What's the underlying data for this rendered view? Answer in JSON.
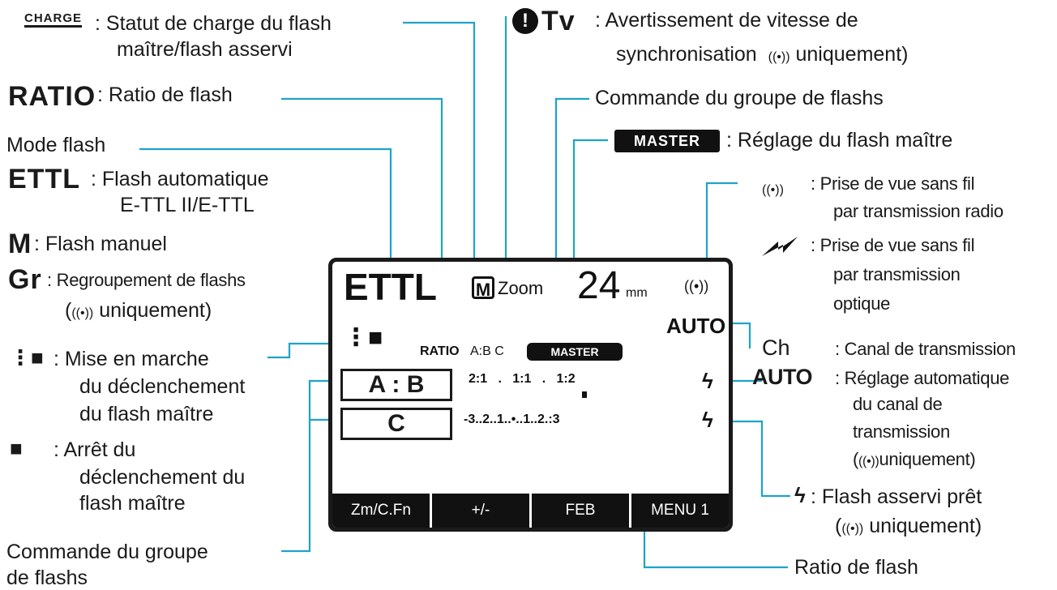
{
  "labels": {
    "charge_symbol": "CHARGE",
    "charge_text_1": ": Statut de charge du flash",
    "charge_text_2": "maître/flash asservi",
    "ratio_symbol": "RATIO",
    "ratio_text": ": Ratio de flash",
    "mode_flash": "Mode flash",
    "ettl_symbol": "ETTL",
    "ettl_text_1": ": Flash automatique",
    "ettl_text_2": "E-TTL II/E-TTL",
    "m_symbol": "M",
    "m_text": ":  Flash  manuel",
    "gr_symbol": "Gr",
    "gr_text_1": ":  Regroupement de flashs",
    "gr_text_2": "uniquement)",
    "master_on_text_1": ":  Mise en marche",
    "master_on_text_2": "du déclenchement",
    "master_on_text_3": "du flash maître",
    "master_off_text_1": ":   Arrêt  du",
    "master_off_text_2": "déclenchement du",
    "master_off_text_3": "flash maître",
    "group_cmd_left_1": "Commande du groupe",
    "group_cmd_left_2": "de flashs",
    "tv_symbol": "Tv",
    "tv_text_1": ": Avertissement de vitesse de",
    "tv_text_2": "synchronisation",
    "tv_text_3": "uniquement)",
    "group_cmd_top": "Commande du groupe de flashs",
    "master_symbol": "MASTER",
    "master_text": ":  Réglage du flash maître",
    "radio_text_1": ":   Prise de vue sans fil",
    "radio_text_2": "par transmission radio",
    "optical_text_1": ":   Prise de vue sans fil",
    "optical_text_2": "par transmission",
    "optical_text_3": "optique",
    "ch_symbol": "Ch",
    "ch_text": ":  Canal de transmission",
    "auto_symbol": "AUTO",
    "auto_text_1": ":  Réglage automatique",
    "auto_text_2": "du canal de",
    "auto_text_3": "transmission",
    "auto_text_4": "uniquement)",
    "slave_ready_text_1": ": Flash asservi prêt",
    "slave_ready_text_2": "uniquement)",
    "ratio_bottom": "Ratio de flash"
  },
  "lcd": {
    "mode": "ETTL",
    "m_indicator": "M",
    "zoom": "Zoom",
    "focal_value": "24",
    "focal_unit": "mm",
    "auto": "AUTO",
    "ratio": "RATIO",
    "groups": "A:B C",
    "master": "MASTER",
    "group_ab": "A : B",
    "group_c": "C",
    "ratio_scale": "2:1   .   1:1   .   1:2",
    "ec_scale": "-3..2..1..•..1..2.:3",
    "softkeys": [
      "Zm/C.Fn",
      "+/-",
      "FEB",
      "MENU 1"
    ]
  }
}
